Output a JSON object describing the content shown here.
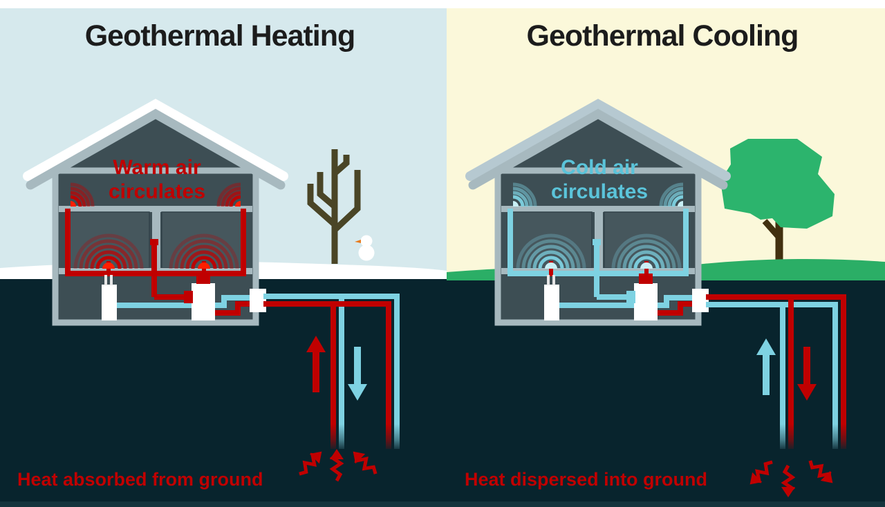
{
  "panels": {
    "heating": {
      "title": "Geothermal Heating",
      "house_label": [
        "Warm air",
        "circulates"
      ],
      "ground_label": "Heat absorbed from ground"
    },
    "cooling": {
      "title": "Geothermal Cooling",
      "house_label": [
        "Cold air",
        "circulates"
      ],
      "ground_label": "Heat dispersed into ground"
    }
  },
  "colors": {
    "heating_sky": "#d6e9ed",
    "cooling_sky": "#fbf8da",
    "ground": "#08242d",
    "ground_strip": "#15343d",
    "snow": "#ffffff",
    "grass": "#2bae66",
    "canopy": "#2cb46d",
    "trunk": "#42300f",
    "bare_tree": "#4a4526",
    "frame": "#a7b9bf",
    "interior": "#3d4e54",
    "room": "#46575d",
    "roof_cap_cool": "#b6c9d1",
    "hot": "#c00000",
    "hot_core": "#ff1f00",
    "cold": "#7ed2e2",
    "cold_core": "#c9f0f6",
    "cold_text": "#5bc4da",
    "title": "#1c1c1c",
    "unit": "#ffffff",
    "unit_stub": "#e6e6e6",
    "nose": "#e87c1e"
  }
}
